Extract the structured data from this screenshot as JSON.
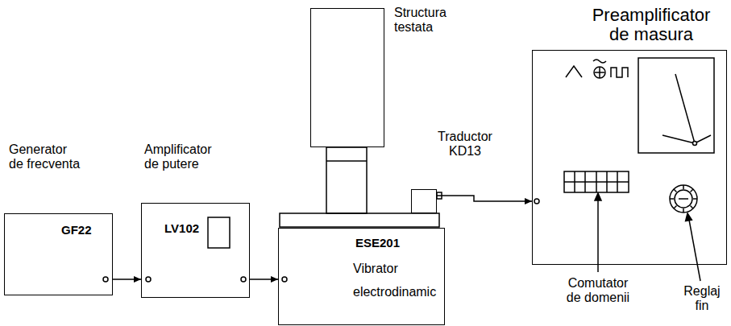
{
  "diagram": {
    "nodes": [
      {
        "text": [
          "Generator de frecventa",
          "GF22"
        ]
      },
      {
        "text": [
          "Amplificator de putere",
          "LV102"
        ]
      },
      {
        "text": [
          "ESE201",
          "Vibrator electrodinamic"
        ]
      },
      {
        "text": [
          "Structura testata"
        ]
      },
      {
        "text": [
          "Traductor KD13"
        ]
      },
      {
        "text": [
          "Preamplificator de masura"
        ]
      }
    ],
    "edges": [
      {
        "from": 0,
        "to": 1,
        "arrow": "to"
      },
      {
        "from": 1,
        "to": 2,
        "arrow": "to"
      },
      {
        "from": 4,
        "to": 5,
        "arrow": "to"
      }
    ],
    "labels": [
      "Comutator de domenii",
      "Reglaj fin"
    ]
  }
}
